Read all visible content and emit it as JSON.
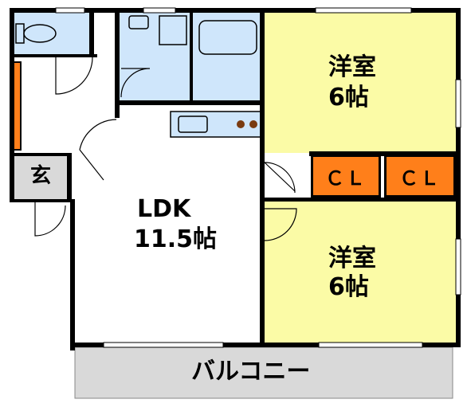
{
  "plan": {
    "rooms": {
      "western_top": {
        "name": "洋室",
        "size": "6帖"
      },
      "western_bottom": {
        "name": "洋室",
        "size": "6帖"
      },
      "ldk": {
        "name": "LDK",
        "size": "11.5帖"
      },
      "entrance": {
        "name": "玄"
      },
      "closet_left": {
        "name": "ＣＬ"
      },
      "closet_right": {
        "name": "ＣＬ"
      },
      "balcony": {
        "name": "バルコニー"
      }
    },
    "colors": {
      "western_room": "#fbfba6",
      "wet_area": "#cfe6fb",
      "closet": "#ff7f1a",
      "balcony": "#d9d9d9",
      "entrance": "#d9d9d9",
      "wall": "#000000"
    }
  }
}
